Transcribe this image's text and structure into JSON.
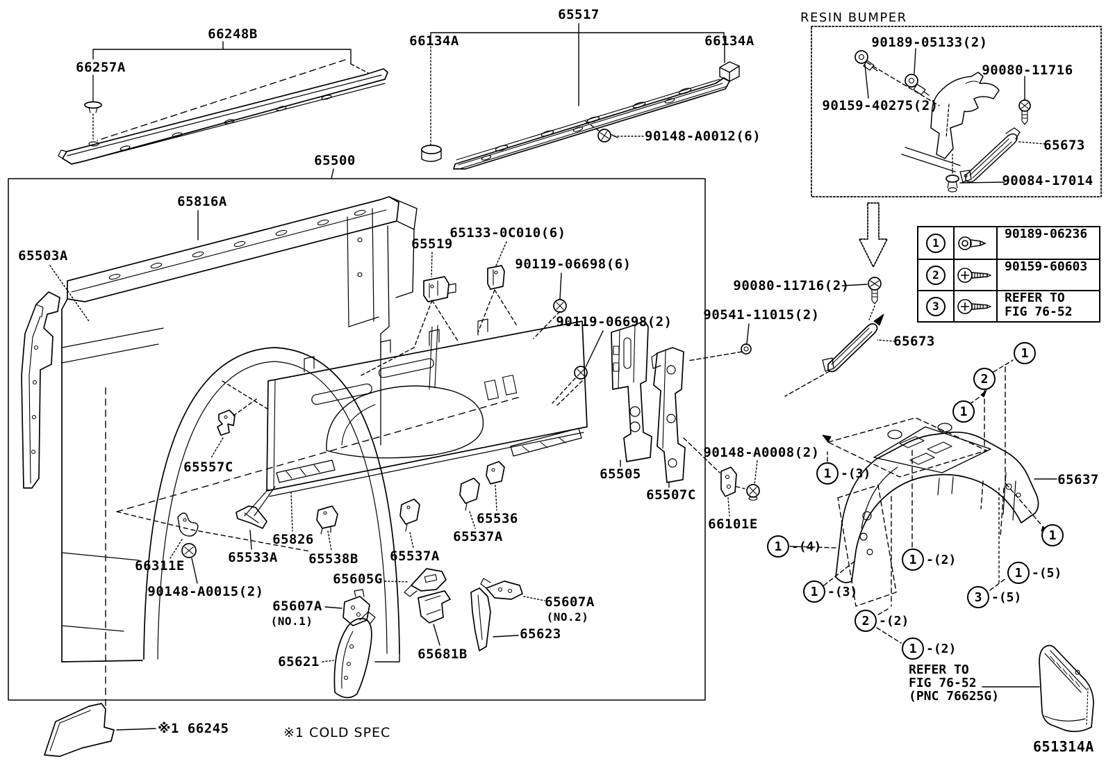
{
  "diagram": {
    "code": "651314A",
    "cold_spec_note": "※1 COLD SPEC"
  },
  "inset": {
    "title": "RESIN BUMPER",
    "labels": {
      "l90189": "90189-05133(2)",
      "l90080": "90080-11716",
      "l90159": "90159-40275(2)",
      "l65673": "65673",
      "l90084": "90084-17014"
    }
  },
  "legend": {
    "rows": [
      {
        "num": "1",
        "icon": "clip-icon",
        "line1": "90189-06236",
        "line2": ""
      },
      {
        "num": "2",
        "icon": "screw-icon",
        "line1": "90159-60603",
        "line2": ""
      },
      {
        "num": "3",
        "icon": "screw-icon",
        "line1": "REFER TO",
        "line2": "FIG 76-52"
      }
    ]
  },
  "parts": {
    "p66248b": "66248B",
    "p66257a": "66257A",
    "p65517": "65517",
    "p66134a_l": "66134A",
    "p66134a_r": "66134A",
    "p90148a0012": "90148-A0012(6)",
    "p65500": "65500",
    "p65816a": "65816A",
    "p65503a": "65503A",
    "p65519": "65519",
    "p65133": "65133-0C010(6)",
    "p90119_6": "90119-06698(6)",
    "p90119_2": "90119-06698(2)",
    "p90080_2": "90080-11716(2)",
    "p90541": "90541-11015(2)",
    "p65673b": "65673",
    "p65505": "65505",
    "p65507c": "65507C",
    "p90148a0008": "90148-A0008(2)",
    "p66101e": "66101E",
    "p65557c": "65557C",
    "p65826": "65826",
    "p65533a": "65533A",
    "p66311e": "66311E",
    "p90148a0015": "90148-A0015(2)",
    "p65538b": "65538B",
    "p65537a_l": "65537A",
    "p65605g": "65605G",
    "p65536": "65536",
    "p65537a_r": "65537A",
    "p65607a_1": "65607A",
    "p65607a_1_sub": "(NO.1)",
    "p65607a_2": "65607A",
    "p65607a_2_sub": "(NO.2)",
    "p65623": "65623",
    "p65621": "65621",
    "p65681b": "65681B",
    "p66245": "※1 66245",
    "p65637": "65637"
  },
  "refer_note": {
    "line1": "REFER TO",
    "line2": "FIG 76-52",
    "line3": "(PNC 76625G)"
  },
  "callouts": [
    {
      "num": "1",
      "suffix": ""
    },
    {
      "num": "2",
      "suffix": ""
    },
    {
      "num": "1",
      "suffix": ""
    },
    {
      "num": "1",
      "suffix": "-(3)"
    },
    {
      "num": "1",
      "suffix": "-(4)"
    },
    {
      "num": "1",
      "suffix": "-(3)"
    },
    {
      "num": "1",
      "suffix": "-(2)"
    },
    {
      "num": "1",
      "suffix": "-(5)"
    },
    {
      "num": "3",
      "suffix": "-(5)"
    },
    {
      "num": "2",
      "suffix": "-(2)"
    },
    {
      "num": "1",
      "suffix": "-(2)"
    },
    {
      "num": "1",
      "suffix": ""
    }
  ]
}
